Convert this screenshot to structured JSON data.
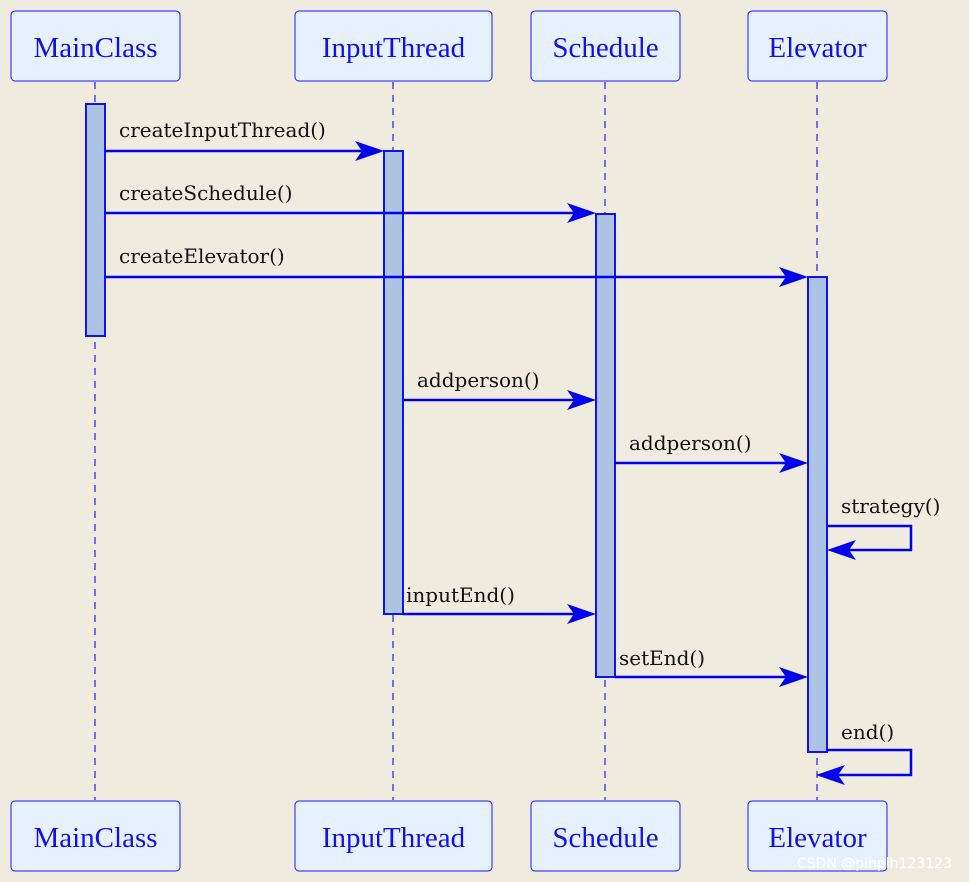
{
  "participants": [
    {
      "id": "mainclass",
      "label": "MainClass"
    },
    {
      "id": "inputthread",
      "label": "InputThread"
    },
    {
      "id": "schedule",
      "label": "Schedule"
    },
    {
      "id": "elevator",
      "label": "Elevator"
    }
  ],
  "messages": [
    {
      "id": "create-input-thread",
      "from": "mainclass",
      "to": "inputthread",
      "label": "createInputThread()"
    },
    {
      "id": "create-schedule",
      "from": "mainclass",
      "to": "schedule",
      "label": "createSchedule()"
    },
    {
      "id": "create-elevator",
      "from": "mainclass",
      "to": "elevator",
      "label": "createElevator()"
    },
    {
      "id": "addperson-1",
      "from": "inputthread",
      "to": "schedule",
      "label": "addperson()"
    },
    {
      "id": "addperson-2",
      "from": "schedule",
      "to": "elevator",
      "label": "addperson()"
    },
    {
      "id": "strategy",
      "from": "elevator",
      "to": "elevator",
      "label": "strategy()"
    },
    {
      "id": "input-end",
      "from": "inputthread",
      "to": "schedule",
      "label": "inputEnd()"
    },
    {
      "id": "set-end",
      "from": "schedule",
      "to": "elevator",
      "label": "setEnd()"
    },
    {
      "id": "end",
      "from": "elevator",
      "to": "elevator",
      "label": "end()"
    }
  ],
  "watermark": "CSDN @plhplh123123",
  "colors": {
    "background": "#efebdf",
    "participant_fill": "#e6f1fd",
    "accent": "#0000ee",
    "activation_fill": "#adc3e3"
  }
}
